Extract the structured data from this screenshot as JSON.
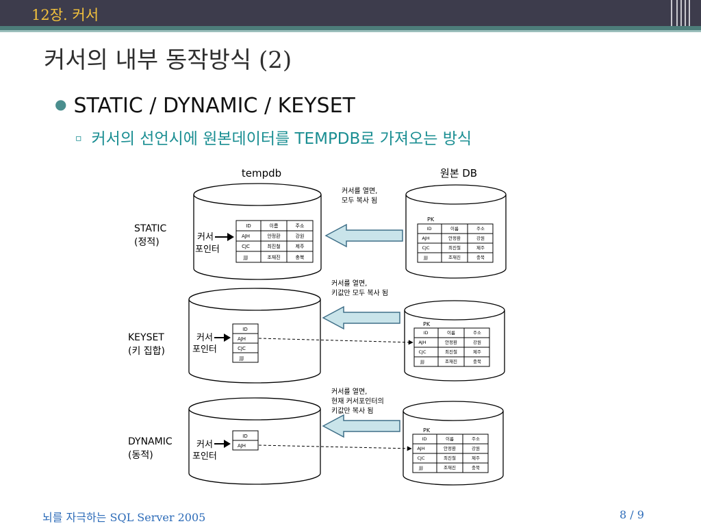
{
  "header": {
    "chapter": "12장. 커서"
  },
  "slide": {
    "title": "커서의 내부 동작방식 (2)",
    "bullet1": "STATIC / DYNAMIC / KEYSET",
    "bullet2": "커서의 선언시에 원본데이터를 TEMPDB로 가져오는 방식"
  },
  "diagram": {
    "tempdb_label": "tempdb",
    "source_label": "원본 DB",
    "pointer_line1": "커서",
    "pointer_line2": "포인터",
    "pk_label": "PK",
    "columns": [
      "ID",
      "이름",
      "주소"
    ],
    "rows": [
      [
        "AJH",
        "안정환",
        "강원"
      ],
      [
        "CJC",
        "최진철",
        "제주"
      ],
      [
        "JJJ",
        "조재진",
        "충북"
      ]
    ],
    "static": {
      "name": "STATIC",
      "sub": "(정적)",
      "note1": "커서를 열면,",
      "note2": "모두 복사 됨"
    },
    "keyset": {
      "name": "KEYSET",
      "sub": "(키 집합)",
      "note1": "커서를 열면,",
      "note2": "키값만 모두 복사 됨",
      "ids": [
        "ID",
        "AJH",
        "CJC",
        "JJJ"
      ]
    },
    "dynamic": {
      "name": "DYNAMIC",
      "sub": "(동적)",
      "note1": "커서를 열면,",
      "note2": "현재 커서포인터의",
      "note3": "키값만 복사 됨",
      "ids": [
        "ID",
        "AJH"
      ]
    }
  },
  "footer": {
    "left": "뇌를 자극하는 SQL Server 2005",
    "page": "8 / 9"
  },
  "colors": {
    "topbar": "#3d3c4c",
    "chapter": "#f3c23d",
    "accent_teal": "#1a8e92",
    "arrow_fill": "#c9e4ea",
    "arrow_stroke": "#3f6f88",
    "footer": "#2c6bb8"
  }
}
